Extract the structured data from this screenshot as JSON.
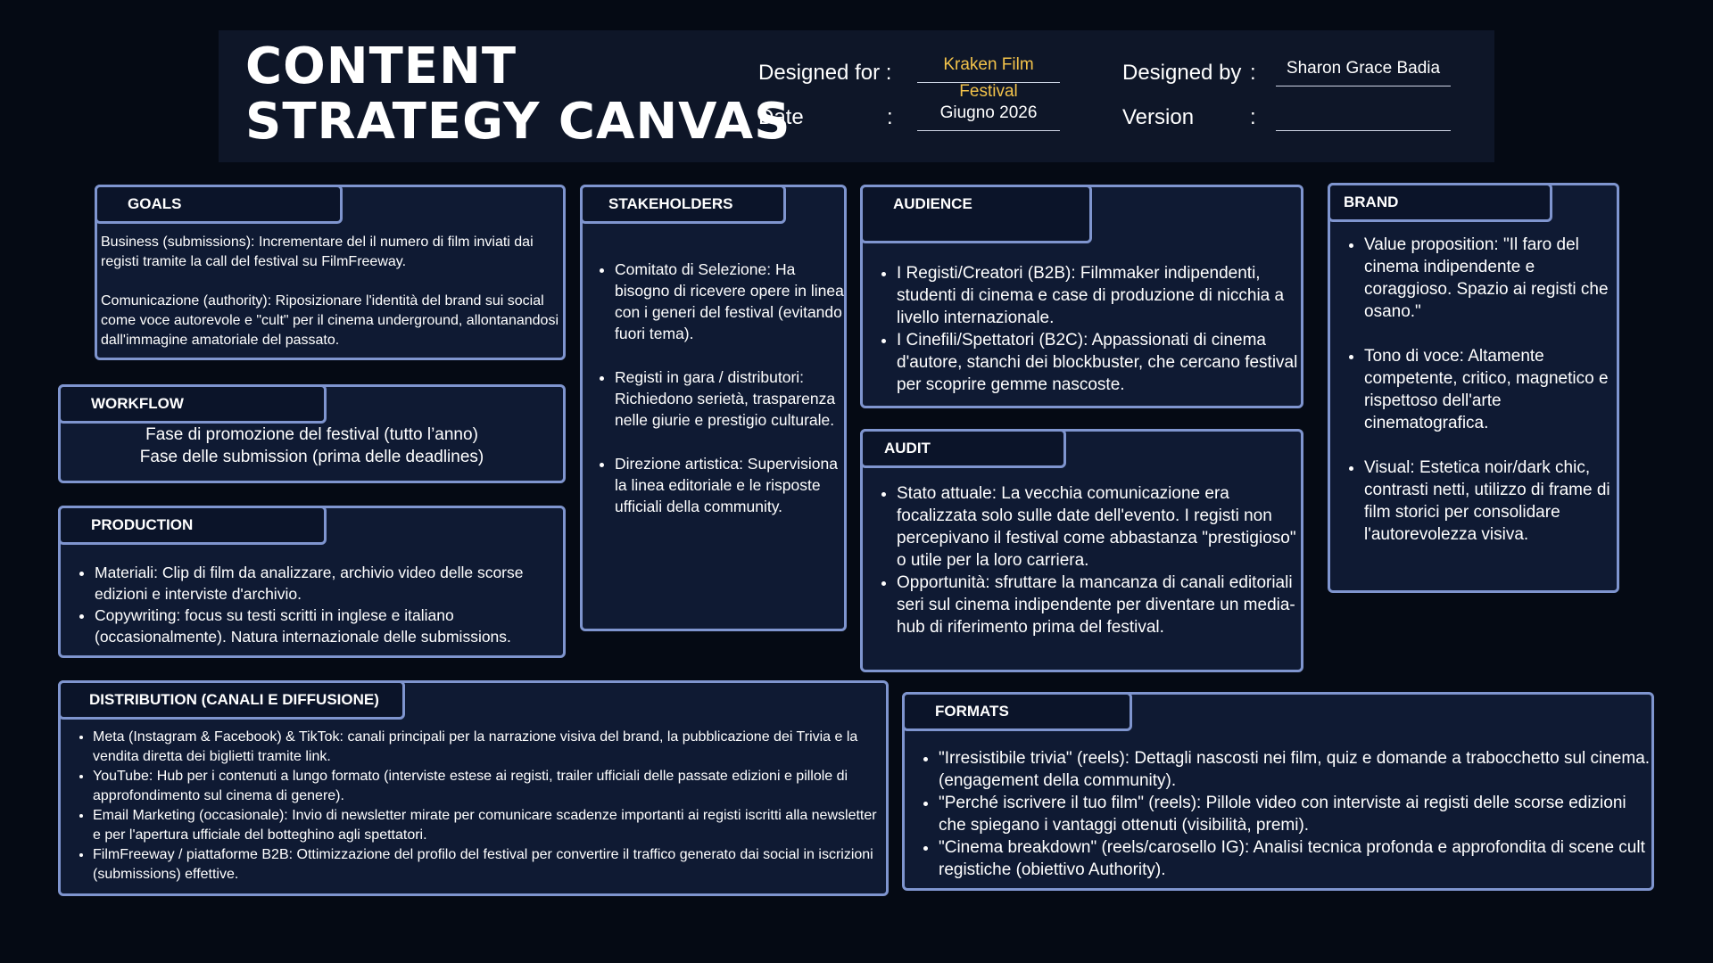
{
  "header": {
    "title_line1": "CONTENT",
    "title_line2": "STRATEGY CANVAS",
    "designed_for_label": "Designed for :",
    "designed_for_value": "Kraken Film Festival",
    "designed_by_label": "Designed by",
    "designed_by_colon": ":",
    "designed_by_value": "Sharon Grace Badia",
    "date_label": "Date",
    "date_colon": ":",
    "date_value": "Giugno 2026",
    "version_label": "Version",
    "version_colon": ":",
    "version_value": ""
  },
  "goals": {
    "title": "GOALS",
    "p1": "Business (submissions): Incrementare del  il numero di film inviati dai registi tramite la call del festival su FilmFreeway.",
    "p2": "Comunicazione (authority): Riposizionare l'identità del brand sui social come voce autorevole e \"cult\" per il cinema underground, allontanandosi dall'immagine amatoriale del passato."
  },
  "workflow": {
    "title": "WORKFLOW",
    "line1": "Fase di promozione del festival (tutto l’anno)",
    "line2": "Fase delle submission (prima delle deadlines)"
  },
  "production": {
    "title": "PRODUCTION",
    "items": [
      "Materiali: Clip di film da analizzare, archivio video delle scorse edizioni e interviste d'archivio.",
      "Copywriting: focus su testi scritti in inglese e italiano (occasionalmente). Natura internazionale delle submissions."
    ]
  },
  "stakeholders": {
    "title": "STAKEHOLDERS",
    "items": [
      "Comitato di Selezione: Ha bisogno di ricevere opere in linea con i generi del festival (evitando fuori tema).",
      "Registi in gara / distributori: Richiedono serietà, trasparenza nelle giurie e prestigio culturale.",
      "Direzione artistica: Supervisiona la linea editoriale e le risposte ufficiali della community."
    ]
  },
  "audience": {
    "title": "AUDIENCE",
    "items": [
      "I Registi/Creatori (B2B): Filmmaker indipendenti, studenti di cinema e case di produzione di nicchia a livello internazionale.",
      "I Cinefili/Spettatori (B2C): Appassionati di cinema d'autore, stanchi dei blockbuster, che cercano festival per scoprire gemme nascoste."
    ]
  },
  "audit": {
    "title": "AUDIT",
    "items": [
      "Stato attuale: La vecchia comunicazione era focalizzata solo sulle date dell'evento. I registi non percepivano il festival come abbastanza \"prestigioso\" o utile per la loro carriera.",
      "Opportunità: sfruttare la mancanza di canali editoriali seri sul cinema indipendente per diventare un media-hub di riferimento prima del festival."
    ]
  },
  "brand": {
    "title": "BRAND",
    "items": [
      "Value proposition: \"Il faro del cinema indipendente e coraggioso. Spazio ai registi che osano.\"",
      "Tono di voce: Altamente competente, critico, magnetico e rispettoso dell'arte cinematografica.",
      "Visual: Estetica noir/dark chic, contrasti netti, utilizzo di frame di film storici per consolidare l'autorevolezza visiva."
    ]
  },
  "distribution": {
    "title": "DISTRIBUTION (CANALI E DIFFUSIONE)",
    "items": [
      "Meta (Instagram & Facebook) & TikTok: canali principali per la narrazione visiva del brand, la pubblicazione dei Trivia e la vendita diretta dei biglietti tramite link.",
      "YouTube: Hub per i contenuti a lungo formato (interviste estese ai registi, trailer ufficiali delle passate edizioni e pillole di approfondimento sul cinema di genere).",
      "Email Marketing (occasionale): Invio di newsletter mirate per comunicare scadenze importanti ai registi iscritti alla newsletter e per l'apertura ufficiale del botteghino agli spettatori.",
      "FilmFreeway / piattaforme B2B: Ottimizzazione del profilo del festival per convertire il traffico generato dai social in iscrizioni (submissions) effettive."
    ]
  },
  "formats": {
    "title": "FORMATS",
    "items": [
      "\"Irresistibile trivia\" (reels): Dettagli nascosti nei film, quiz  e domande a trabocchetto sul cinema. (engagement della community).",
      "\"Perché iscrivere il tuo film\" (reels): Pillole video con interviste ai registi delle scorse edizioni che spiegano i vantaggi ottenuti (visibilità, premi).",
      "\"Cinema breakdown\" (reels/carosello IG): Analisi tecnica profonda e approfondita di scene cult registiche (obiettivo Authority)."
    ]
  }
}
